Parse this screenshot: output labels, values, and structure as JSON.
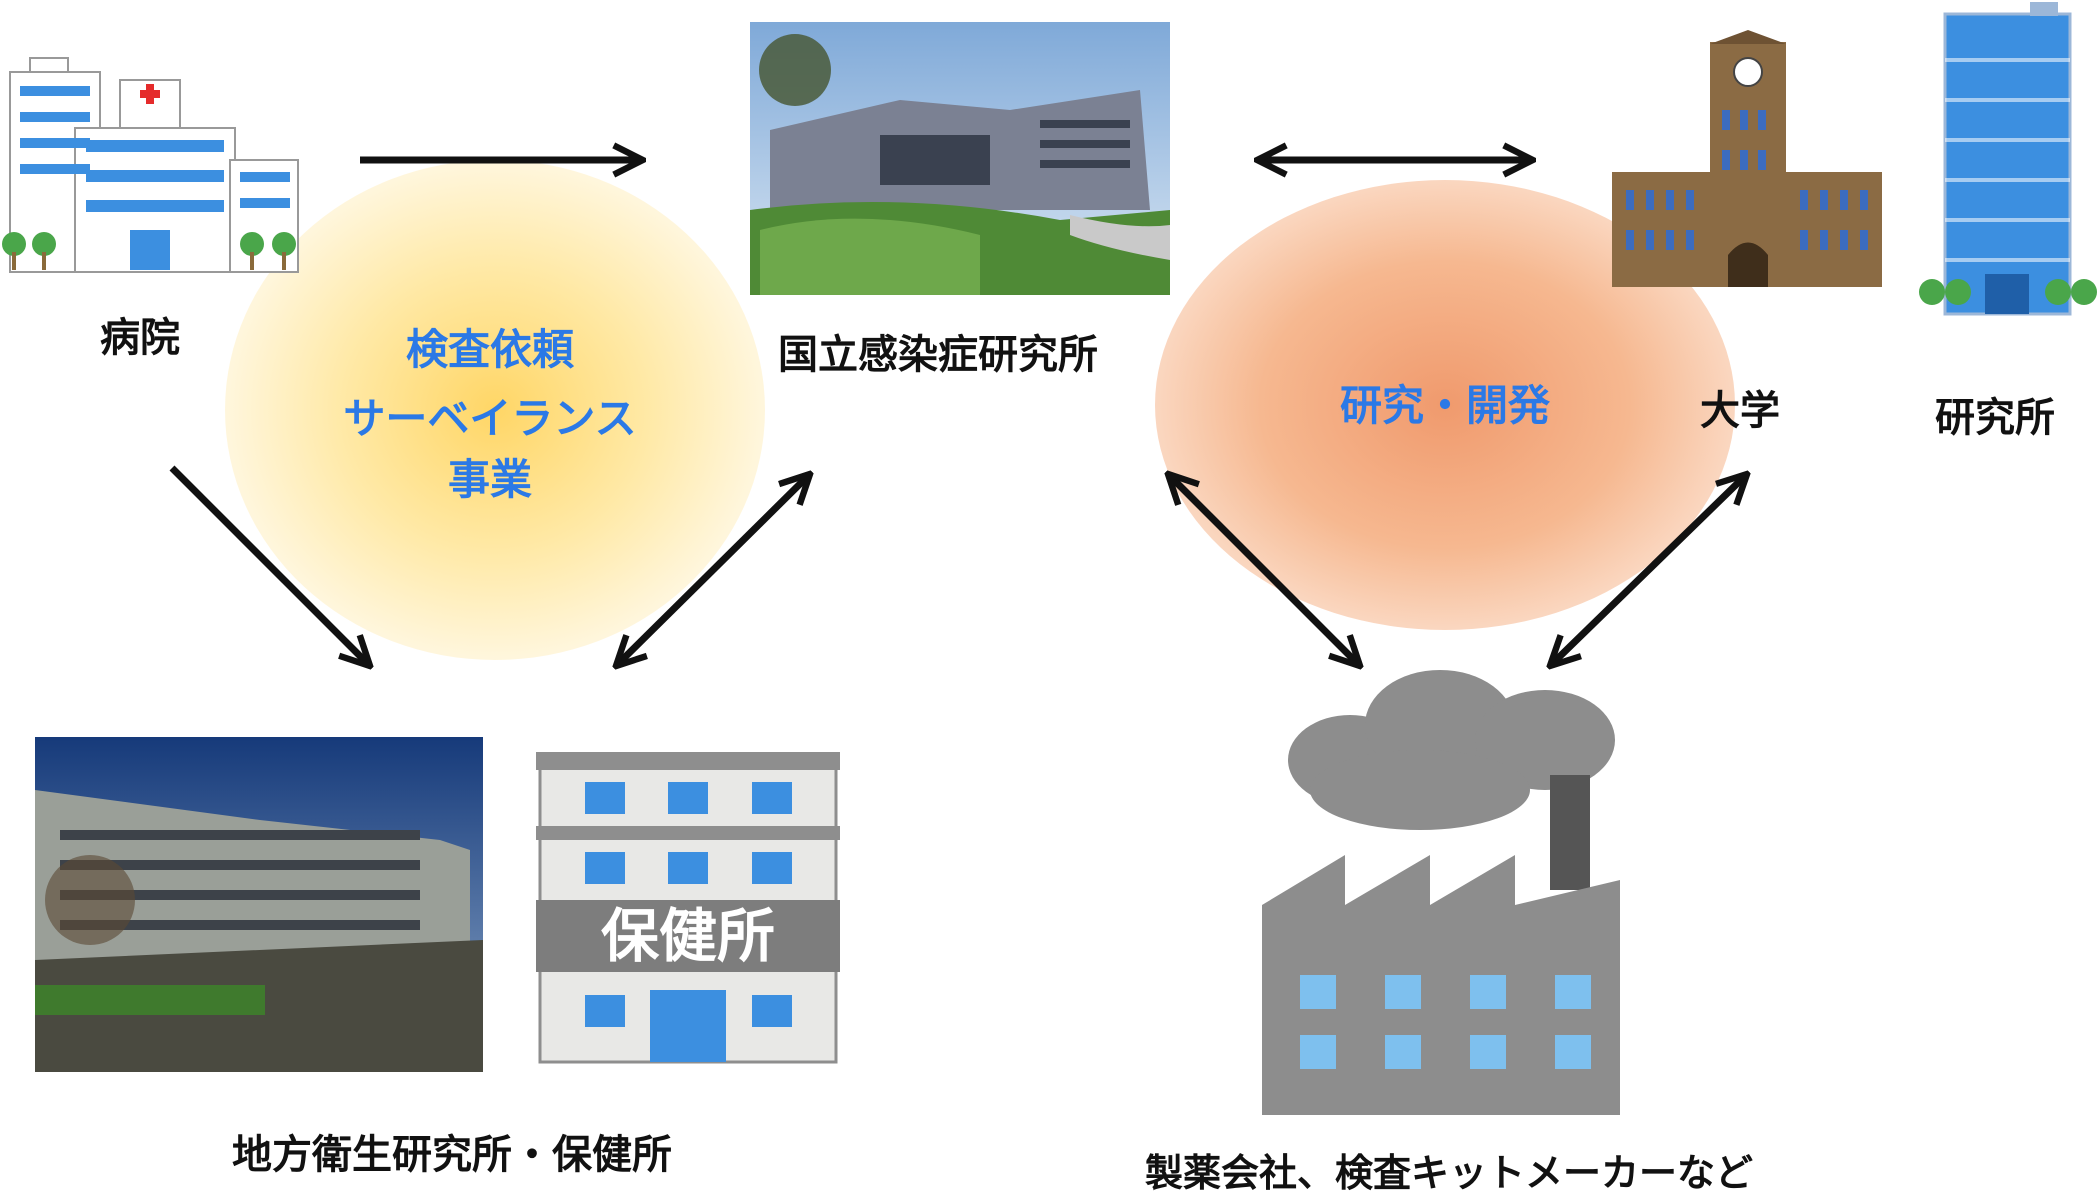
{
  "left_cluster": {
    "center_text": [
      "検査依頼",
      "サーベイランス",
      "事業"
    ],
    "glow_color": "#ffe39a"
  },
  "right_cluster": {
    "center_text": "研究・開発",
    "glow_color": "#f4a67c"
  },
  "nodes": {
    "hospital": "病院",
    "niid": "国立感染症研究所",
    "university": "大学",
    "research_institute": "研究所",
    "local_institute": "地方衛生研究所・保健所",
    "industry": "製薬会社、検査キットメーカーなど"
  },
  "sign_text": "保健所",
  "accent_colors": {
    "label_blue": "#2b79e6",
    "building_blue": "#3c8fe0"
  }
}
